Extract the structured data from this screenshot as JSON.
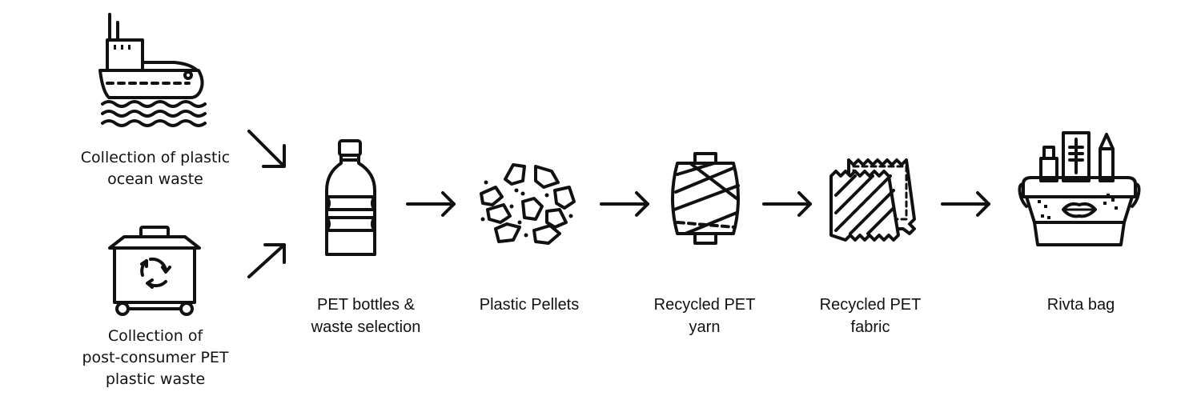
{
  "diagram": {
    "sources": [
      {
        "label_line1": "Collection of plastic",
        "label_line2": "ocean waste",
        "icon": "ship-icon"
      },
      {
        "label_line1": "Collection of",
        "label_line2": "post-consumer PET",
        "label_line3": "plastic waste",
        "icon": "recycling-bin-icon"
      }
    ],
    "steps": [
      {
        "label_line1": "PET bottles &",
        "label_line2": "waste selection",
        "icon": "bottle-icon"
      },
      {
        "label_line1": "Plastic Pellets",
        "icon": "pellets-icon"
      },
      {
        "label_line1": "Recycled PET",
        "label_line2": "yarn",
        "icon": "yarn-spool-icon"
      },
      {
        "label_line1": "Recycled PET",
        "label_line2": "fabric",
        "icon": "fabric-swatch-icon"
      },
      {
        "label_line1": "Rivta bag",
        "icon": "bag-icon"
      }
    ],
    "colors": {
      "stroke": "#111111",
      "background": "#ffffff"
    }
  }
}
